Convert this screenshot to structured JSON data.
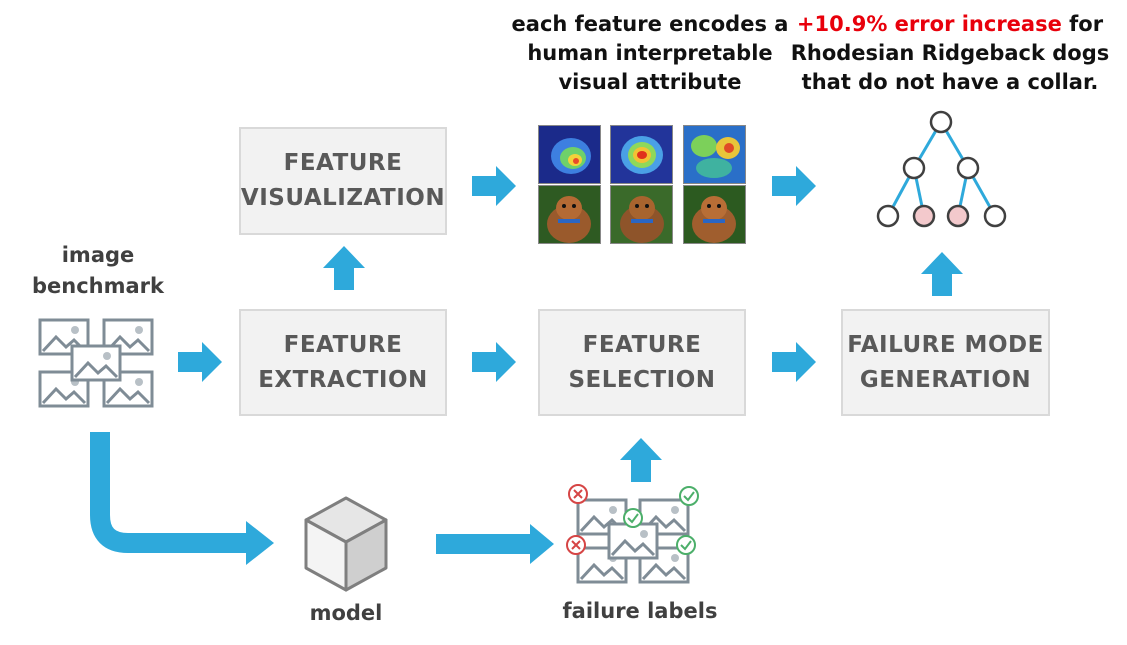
{
  "boxes": {
    "feature_visualization": {
      "line1": "FEATURE",
      "line2": "VISUALIZATION"
    },
    "feature_extraction": {
      "line1": "FEATURE",
      "line2": "EXTRACTION"
    },
    "feature_selection": {
      "line1": "FEATURE",
      "line2": "SELECTION"
    },
    "failure_mode_generation": {
      "line1": "FAILURE MODE",
      "line2": "GENERATION"
    }
  },
  "labels": {
    "image_benchmark": {
      "line1": "image",
      "line2": "benchmark"
    },
    "model": "model",
    "failure_labels": "failure labels"
  },
  "captions": {
    "feature_encodes": {
      "line1": "each feature encodes a",
      "line2": "human interpretable",
      "line3": "visual attribute"
    },
    "failure_mode": {
      "highlight": "+10.9% error increase",
      "line1_rest": " for",
      "line2": "Rhodesian Ridgeback dogs",
      "line3": "that do not have a collar."
    }
  },
  "colors": {
    "arrow": "#2ea9db",
    "box_fill": "#f2f2f2",
    "box_border": "#d9d9d9",
    "icon_gray": "#7f8c96",
    "highlight_red": "#e8000b",
    "check_green": "#4caf6a",
    "cross_red": "#d64545",
    "tree_line": "#2ea9db",
    "tree_leaf_highlight": "#f3c9cc"
  },
  "icons": [
    "image-stack-icon",
    "cube-icon",
    "labeled-image-stack-icon",
    "decision-tree-icon",
    "heatmap-thumbnail",
    "dog-thumbnail"
  ]
}
